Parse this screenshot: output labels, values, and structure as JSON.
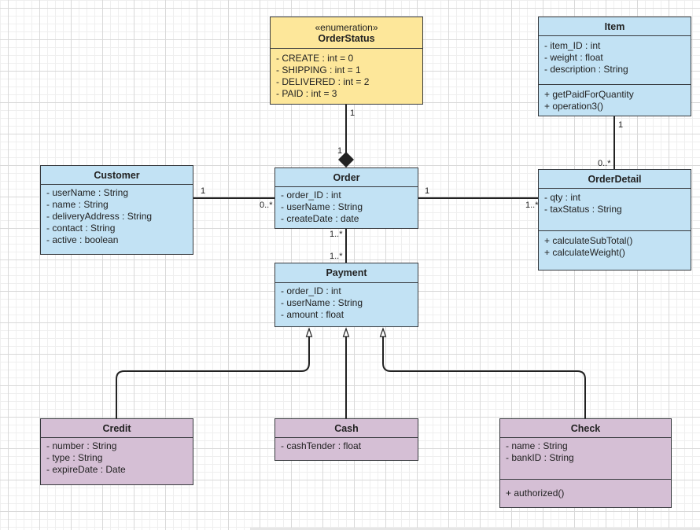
{
  "classes": {
    "orderstatus": {
      "stereotype": "«enumeration»",
      "name": "OrderStatus",
      "attributes": [
        "- CREATE : int = 0",
        "- SHIPPING : int = 1",
        "- DELIVERED : int = 2",
        "- PAID : int = 3"
      ]
    },
    "item": {
      "name": "Item",
      "attributes": [
        "- item_ID : int",
        "- weight : float",
        "- description : String"
      ],
      "operations": [
        "+ getPaidForQuantity",
        "+ operation3()"
      ]
    },
    "customer": {
      "name": "Customer",
      "attributes": [
        "- userName : String",
        "- name : String",
        "- deliveryAddress : String",
        "- contact : String",
        "- active : boolean"
      ]
    },
    "order": {
      "name": "Order",
      "attributes": [
        "- order_ID : int",
        "- userName : String",
        "- createDate : date"
      ]
    },
    "orderdetail": {
      "name": "OrderDetail",
      "attributes": [
        "- qty : int",
        "- taxStatus : String"
      ],
      "operations": [
        "+ calculateSubTotal()",
        "+ calculateWeight()"
      ]
    },
    "payment": {
      "name": "Payment",
      "attributes": [
        "- order_ID : int",
        "- userName : String",
        "- amount : float"
      ]
    },
    "credit": {
      "name": "Credit",
      "attributes": [
        "- number : String",
        "- type : String",
        "- expireDate : Date"
      ]
    },
    "cash": {
      "name": "Cash",
      "attributes": [
        "- cashTender : float"
      ]
    },
    "check": {
      "name": "Check",
      "attributes": [
        "- name : String",
        "- bankID : String"
      ],
      "operations": [
        "+ authorized()"
      ]
    }
  },
  "multiplicities": {
    "status_top": "1",
    "status_bottom": "1",
    "customer_side": "1",
    "order_side_customer": "0..*",
    "order_side_detail": "1",
    "detail_side_order": "1..*",
    "item_side": "1",
    "detail_side_item": "0..*",
    "order_side_payment": "1..*",
    "payment_side_order": "1..*"
  },
  "colors": {
    "entity": "#c2e2f4",
    "enumeration": "#fde79a",
    "subclass": "#d5bfd5",
    "stroke": "#36393d"
  }
}
